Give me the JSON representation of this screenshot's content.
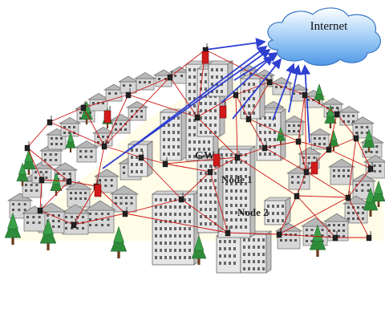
{
  "cloud": {
    "label": "Internet"
  },
  "labels": {
    "gateway": "GW",
    "node1": "Node 1",
    "node2": "Node 2"
  },
  "colors": {
    "mesh_link": "#cc1111",
    "internet_link": "#2f3fd0",
    "cloud_fill": "#6fb0f0",
    "router_gateway": "#d21a1a",
    "router_node": "#222222",
    "building": "#d6d6d6",
    "roof": "#b8b8b8",
    "tree": "#2e8b3a"
  },
  "icons": {
    "cloud": "cloud-icon",
    "gateway": "gateway-router-icon",
    "node": "mesh-router-icon",
    "building": "building-icon",
    "house": "house-icon",
    "tree": "tree-icon"
  }
}
